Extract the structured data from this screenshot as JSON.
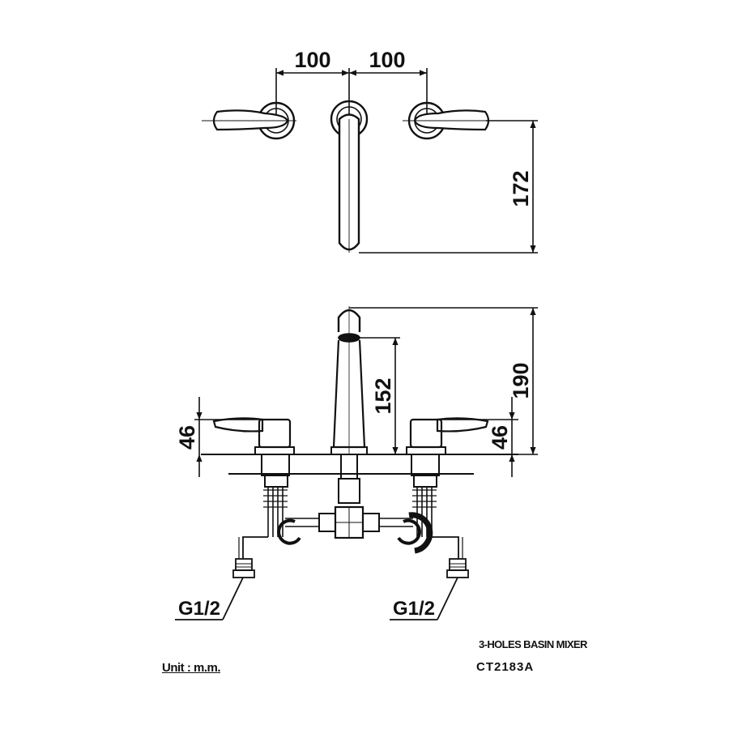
{
  "plan_view": {
    "dims": {
      "left_spacing": "100",
      "right_spacing": "100",
      "spout_reach": "172"
    }
  },
  "elevation_view": {
    "dims": {
      "total_height": "190",
      "spout_outlet_height": "152",
      "left_handle_height": "46",
      "right_handle_height": "46"
    },
    "connections": {
      "left_thread": "G1/2",
      "right_thread": "G1/2"
    }
  },
  "title_block": {
    "product_name": "3-HOLES BASIN MIXER",
    "product_code": "CT2183A",
    "unit_note": "Unit : m.m."
  },
  "colors": {
    "line": "#111111",
    "background": "#ffffff"
  }
}
